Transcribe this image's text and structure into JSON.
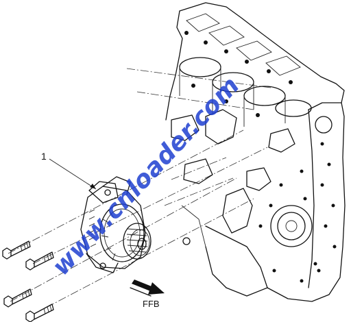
{
  "callouts": [
    {
      "number": "1"
    }
  ],
  "direction_label": "FFB",
  "watermark": {
    "text": "www.cnloader.com",
    "color": "#1e3fd0"
  }
}
